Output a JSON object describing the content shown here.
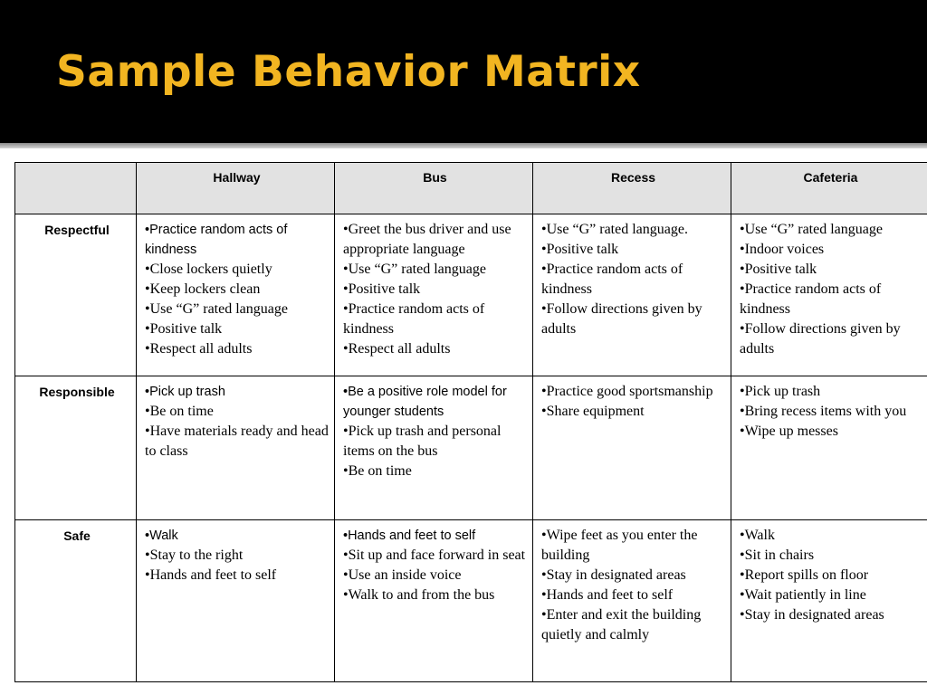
{
  "slide": {
    "title": "Sample Behavior Matrix"
  },
  "matrix": {
    "corner": "",
    "columns": [
      "Hallway",
      "Bus",
      "Recess",
      "Cafeteria"
    ],
    "rows": [
      {
        "label": "Respectful",
        "cells": [
          [
            {
              "text": "Practice random acts of kindness",
              "sans": true
            },
            {
              "text": "Close lockers quietly",
              "sans": false
            },
            {
              "text": "Keep lockers clean",
              "sans": false
            },
            {
              "text": "Use “G” rated language",
              "sans": false
            },
            {
              "text": "Positive talk",
              "sans": false
            },
            {
              "text": "Respect all adults",
              "sans": false
            }
          ],
          [
            {
              "text": "Greet the bus driver and use appropriate language",
              "sans": false
            },
            {
              "text": "Use “G” rated language",
              "sans": false
            },
            {
              "text": "Positive talk",
              "sans": false
            },
            {
              "text": "Practice random acts of kindness",
              "sans": false
            },
            {
              "text": "Respect all adults",
              "sans": false
            }
          ],
          [
            {
              "text": "Use “G” rated language.",
              "sans": false
            },
            {
              "text": "Positive talk",
              "sans": false
            },
            {
              "text": "Practice random acts of kindness",
              "sans": false
            },
            {
              "text": "Follow directions given by adults",
              "sans": false
            }
          ],
          [
            {
              "text": "Use “G” rated language",
              "sans": false
            },
            {
              "text": "Indoor voices",
              "sans": false
            },
            {
              "text": "Positive talk",
              "sans": false
            },
            {
              "text": "Practice random acts of kindness",
              "sans": false
            },
            {
              "text": "Follow directions given by adults",
              "sans": false
            }
          ]
        ]
      },
      {
        "label": "Responsible",
        "cells": [
          [
            {
              "text": "Pick up trash",
              "sans": true
            },
            {
              "text": "Be on time",
              "sans": false
            },
            {
              "text": "Have materials ready and head to class",
              "sans": false
            }
          ],
          [
            {
              "text": "Be a positive role model for younger students",
              "sans": true
            },
            {
              "text": "Pick up trash and personal items on the bus",
              "sans": false
            },
            {
              "text": "Be on time",
              "sans": false
            }
          ],
          [
            {
              "text": "Practice good sportsmanship",
              "sans": false
            },
            {
              "text": "Share equipment",
              "sans": false
            }
          ],
          [
            {
              "text": "Pick up trash",
              "sans": false
            },
            {
              "text": "Bring recess items with you",
              "sans": false
            },
            {
              "text": "Wipe up messes",
              "sans": false
            }
          ]
        ]
      },
      {
        "label": "Safe",
        "cells": [
          [
            {
              "text": "Walk",
              "sans": true
            },
            {
              "text": "Stay to the right",
              "sans": false
            },
            {
              "text": "Hands and feet to self",
              "sans": false
            }
          ],
          [
            {
              "text": "Hands and feet to self",
              "sans": true
            },
            {
              "text": "Sit up and face forward in seat",
              "sans": false
            },
            {
              "text": "Use an inside voice",
              "sans": false
            },
            {
              "text": "Walk to and from the bus",
              "sans": false
            }
          ],
          [
            {
              "text": "Wipe feet as you enter the building",
              "sans": false
            },
            {
              "text": "Stay in designated areas",
              "sans": false
            },
            {
              "text": "Hands and feet to self",
              "sans": false
            },
            {
              "text": "Enter and exit the building quietly and calmly",
              "sans": false
            }
          ],
          [
            {
              "text": "Walk",
              "sans": false
            },
            {
              "text": "Sit in chairs",
              "sans": false
            },
            {
              "text": "Report spills on floor",
              "sans": false
            },
            {
              "text": "Wait patiently in line",
              "sans": false
            },
            {
              "text": "Stay in designated areas",
              "sans": false
            }
          ]
        ]
      }
    ]
  }
}
